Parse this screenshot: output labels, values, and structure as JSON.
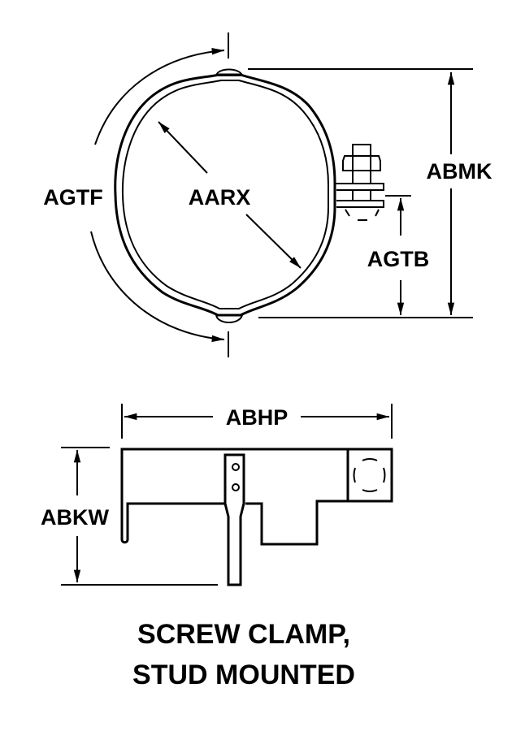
{
  "labels": {
    "agtf": "AGTF",
    "aarx": "AARX",
    "abmk": "ABMK",
    "agtb": "AGTB",
    "abhp": "ABHP",
    "abkw": "ABKW"
  },
  "caption": {
    "line1": "SCREW CLAMP,",
    "line2": "STUD MOUNTED"
  }
}
